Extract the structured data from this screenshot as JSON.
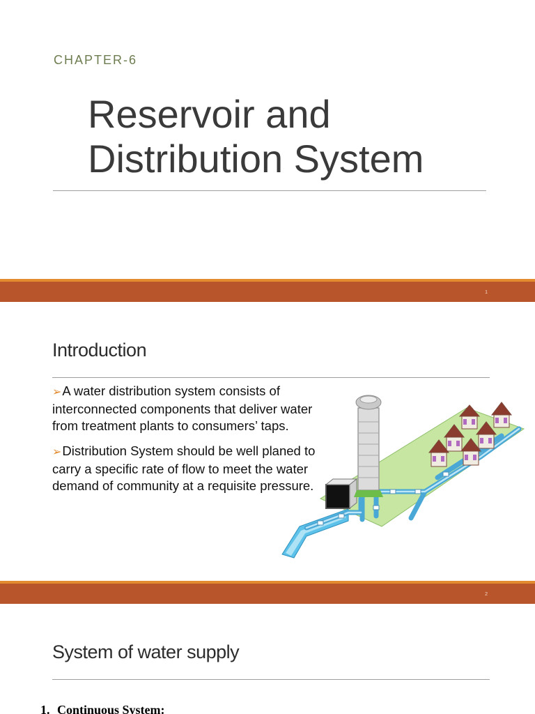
{
  "slide1": {
    "chapter": "CHAPTER-6",
    "title_line1": "Reservoir  and",
    "title_line2": "Distribution System"
  },
  "footer1": {
    "page": "1"
  },
  "slide2": {
    "heading": "Introduction",
    "bullets": [
      "A water distribution system consists of interconnected components that deliver water from treatment plants to consumers’ taps.",
      "Distribution System should be well planed to carry a specific rate of flow to meet the water demand of community at a requisite pressure."
    ],
    "illustration_icon": "water-distribution-illustration"
  },
  "footer2": {
    "page": "2"
  },
  "slide3": {
    "heading": "System of water supply",
    "item_number": "1.",
    "item_label": "Continuous System:"
  },
  "colors": {
    "band": "#b9552b",
    "band_edge": "#e38b2f",
    "chapter": "#6e7d50",
    "bullet_arrow": "#e38b2f"
  }
}
